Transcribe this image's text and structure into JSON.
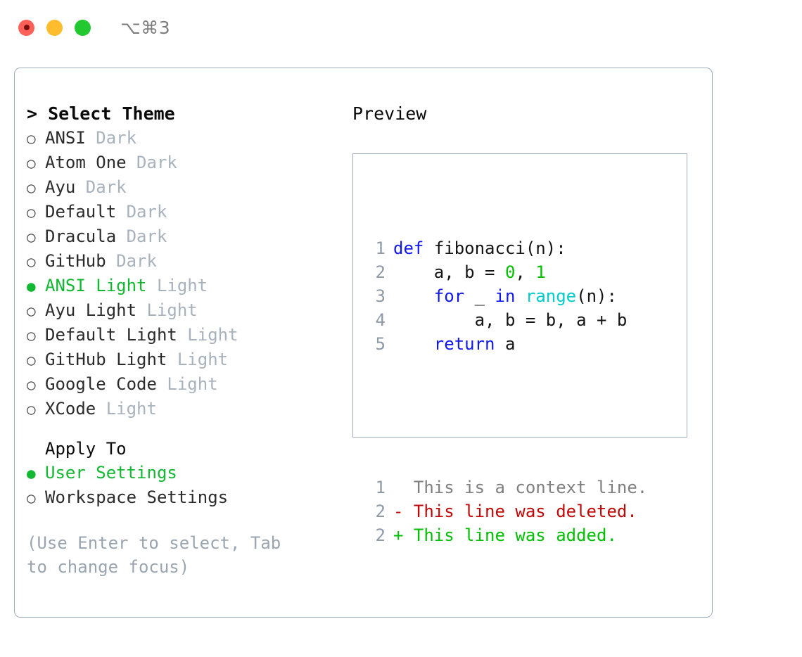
{
  "titlebar": {
    "shortcut": "⌥⌘3",
    "lights": [
      "close-red",
      "minimize-yellow",
      "zoom-green"
    ]
  },
  "left": {
    "heading": "> Select Theme",
    "themes": [
      {
        "bullet": "○",
        "name": "ANSI",
        "suffix": " Dark",
        "selected": false
      },
      {
        "bullet": "○",
        "name": "Atom One",
        "suffix": " Dark",
        "selected": false
      },
      {
        "bullet": "○",
        "name": "Ayu",
        "suffix": " Dark",
        "selected": false
      },
      {
        "bullet": "○",
        "name": "Default",
        "suffix": " Dark",
        "selected": false
      },
      {
        "bullet": "○",
        "name": "Dracula",
        "suffix": " Dark",
        "selected": false
      },
      {
        "bullet": "○",
        "name": "GitHub",
        "suffix": " Dark",
        "selected": false
      },
      {
        "bullet": "●",
        "name": "ANSI Light",
        "suffix": " Light",
        "selected": true
      },
      {
        "bullet": "○",
        "name": "Ayu Light",
        "suffix": " Light",
        "selected": false
      },
      {
        "bullet": "○",
        "name": "Default Light",
        "suffix": " Light",
        "selected": false
      },
      {
        "bullet": "○",
        "name": "GitHub Light",
        "suffix": " Light",
        "selected": false
      },
      {
        "bullet": "○",
        "name": "Google Code",
        "suffix": " Light",
        "selected": false
      },
      {
        "bullet": "○",
        "name": "XCode",
        "suffix": " Light",
        "selected": false
      }
    ],
    "apply_to_label": "Apply To",
    "apply_to_options": [
      {
        "bullet": "●",
        "name": "User Settings",
        "selected": true
      },
      {
        "bullet": "○",
        "name": "Workspace Settings",
        "selected": false
      }
    ],
    "hint": "(Use Enter to select, Tab to change focus)"
  },
  "preview": {
    "title": "Preview",
    "code_lines": [
      {
        "num": "1",
        "tokens": [
          {
            "t": "def",
            "c": "kw"
          },
          {
            "t": " ",
            "c": "txt"
          },
          {
            "t": "fibonacci",
            "c": "fn"
          },
          {
            "t": "(n):",
            "c": "txt"
          }
        ]
      },
      {
        "num": "2",
        "tokens": [
          {
            "t": "    a, b = ",
            "c": "txt"
          },
          {
            "t": "0",
            "c": "num"
          },
          {
            "t": ", ",
            "c": "txt"
          },
          {
            "t": "1",
            "c": "num"
          }
        ]
      },
      {
        "num": "3",
        "tokens": [
          {
            "t": "    ",
            "c": "txt"
          },
          {
            "t": "for",
            "c": "kw"
          },
          {
            "t": " _ ",
            "c": "txt"
          },
          {
            "t": "in",
            "c": "kw"
          },
          {
            "t": " ",
            "c": "txt"
          },
          {
            "t": "range",
            "c": "bi"
          },
          {
            "t": "(n):",
            "c": "txt"
          }
        ]
      },
      {
        "num": "4",
        "tokens": [
          {
            "t": "        a, b = b, a + b",
            "c": "txt"
          }
        ]
      },
      {
        "num": "5",
        "tokens": [
          {
            "t": "    ",
            "c": "txt"
          },
          {
            "t": "return",
            "c": "kw"
          },
          {
            "t": " a",
            "c": "txt"
          }
        ]
      }
    ],
    "diff_lines": [
      {
        "num": "1",
        "marker": "  ",
        "text": "This is a context line.",
        "kind": "ctx"
      },
      {
        "num": "2",
        "marker": "- ",
        "text": "This line was deleted.",
        "kind": "del"
      },
      {
        "num": "2",
        "marker": "+ ",
        "text": "This line was added.",
        "kind": "add"
      }
    ]
  },
  "colors": {
    "accent_green": "#12b832",
    "muted": "#a8b2bd",
    "hint": "#9aa5b1",
    "border": "#9fadbd",
    "keyword": "#1018ee",
    "number": "#00c000",
    "builtin": "#00cccc",
    "diff_deleted": "#c00808",
    "diff_added": "#00c000",
    "line_number": "#8e9aa8"
  }
}
